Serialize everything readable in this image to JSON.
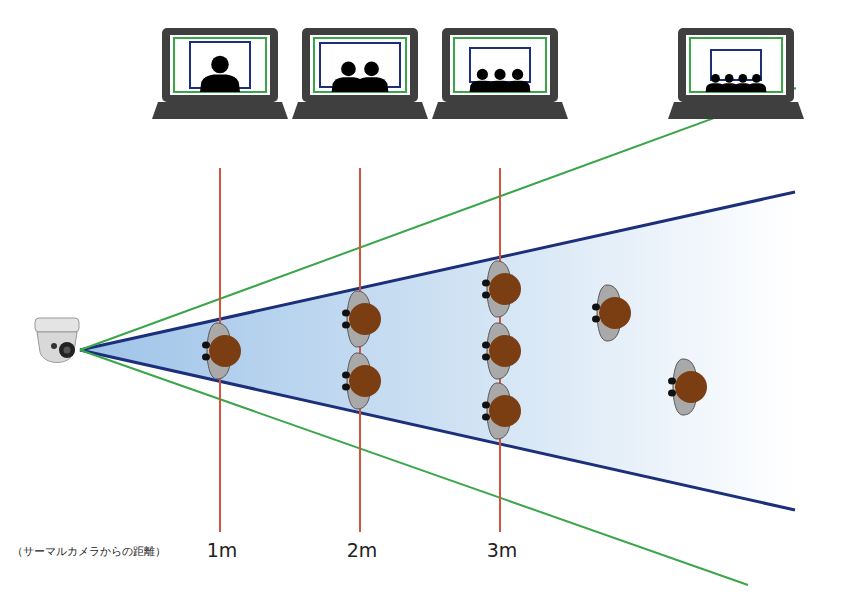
{
  "diagram": {
    "labels": [
      "（サーマルカメラからの距離）",
      "1m",
      "2m",
      "3m"
    ]
  }
}
